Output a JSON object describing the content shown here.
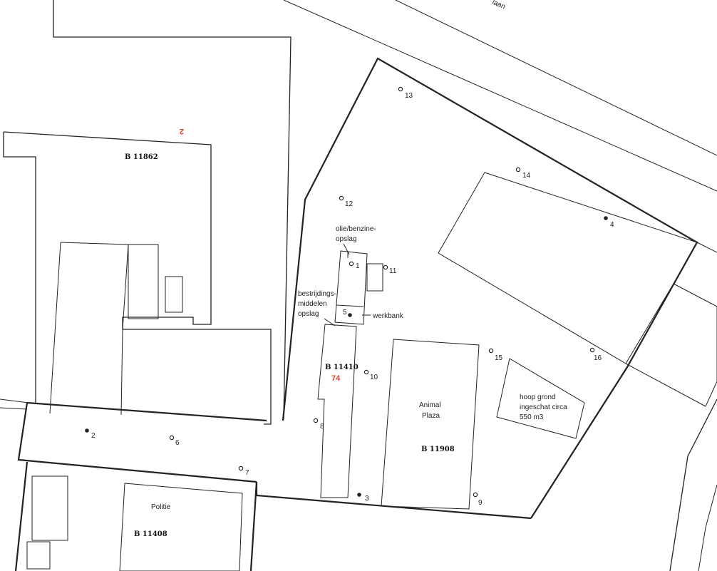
{
  "street_label": "laan",
  "parcels": {
    "north_west": "B 11862",
    "center": "B 11410",
    "animal_plaza": "B 11908",
    "police": "B 11408"
  },
  "house_numbers": {
    "north_west": "2",
    "center": "74"
  },
  "buildings": {
    "animal_plaza": [
      "Animal",
      "Plaza"
    ],
    "police": "Politie"
  },
  "annotations": {
    "oil_storage": [
      "olie/benzine-",
      "opslag"
    ],
    "pesticide_storage": [
      "bestrijdings-",
      "middelen",
      "opslag"
    ],
    "workbench": "werkbank",
    "soil_heap": [
      "hoop grond",
      "ingeschat circa",
      "550 m3"
    ]
  },
  "sampling_points": [
    {
      "id": "1",
      "filled": false
    },
    {
      "id": "2",
      "filled": true
    },
    {
      "id": "3",
      "filled": true
    },
    {
      "id": "4",
      "filled": true
    },
    {
      "id": "5",
      "filled": true
    },
    {
      "id": "6",
      "filled": false
    },
    {
      "id": "7",
      "filled": false
    },
    {
      "id": "8",
      "filled": false
    },
    {
      "id": "9",
      "filled": false
    },
    {
      "id": "10",
      "filled": false
    },
    {
      "id": "11",
      "filled": false
    },
    {
      "id": "12",
      "filled": false
    },
    {
      "id": "13",
      "filled": false
    },
    {
      "id": "14",
      "filled": false
    },
    {
      "id": "15",
      "filled": false
    },
    {
      "id": "16",
      "filled": false
    }
  ],
  "colors": {
    "line": "#222222",
    "red_label": "#e0442a"
  }
}
